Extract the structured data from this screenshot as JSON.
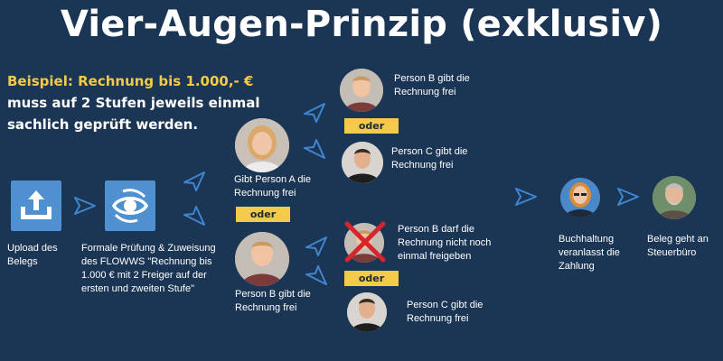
{
  "title": "Vier-Augen-Prinzip (exklusiv)",
  "intro": {
    "highlight": "Beispiel: Rechnung bis 1.000,- €",
    "text": "muss auf 2 Stufen jeweils einmal sachlich geprüft werden."
  },
  "steps": {
    "upload": "Upload des Belegs",
    "formal": "Formale Prüfung & Zuweisung des FLOWWS \"Rechnung bis 1.000 € mit 2 Freiger auf der ersten und zweiten Stufe\"",
    "person_a": "Gibt Person A die Rechnung frei",
    "person_b_first": "Person B gibt die Rechnung frei",
    "top_b": "Person B gibt die Rechnung frei",
    "top_c": "Person C gibt die Rechnung frei",
    "bottom_b": "Person B darf die Rechnung nicht noch einmal freigeben",
    "bottom_c": "Person C gibt die Rechnung frei",
    "buchhaltung": "Buchhaltung veranlasst die Zahlung",
    "steuerbuero": "Beleg geht an Steuerbüro"
  },
  "or_label_1": "oder",
  "or_label_2": "oder",
  "or_label_3": "oder",
  "colors": {
    "background": "#1b3554",
    "accent_yellow": "#f3ca49",
    "icon_blue": "#4f90d0",
    "arrow_blue": "#3f86d0",
    "cross_red": "#d7262b"
  },
  "icons": {
    "upload": "upload-icon",
    "formal": "eye-icon",
    "arrow": "send-arrow-icon"
  }
}
